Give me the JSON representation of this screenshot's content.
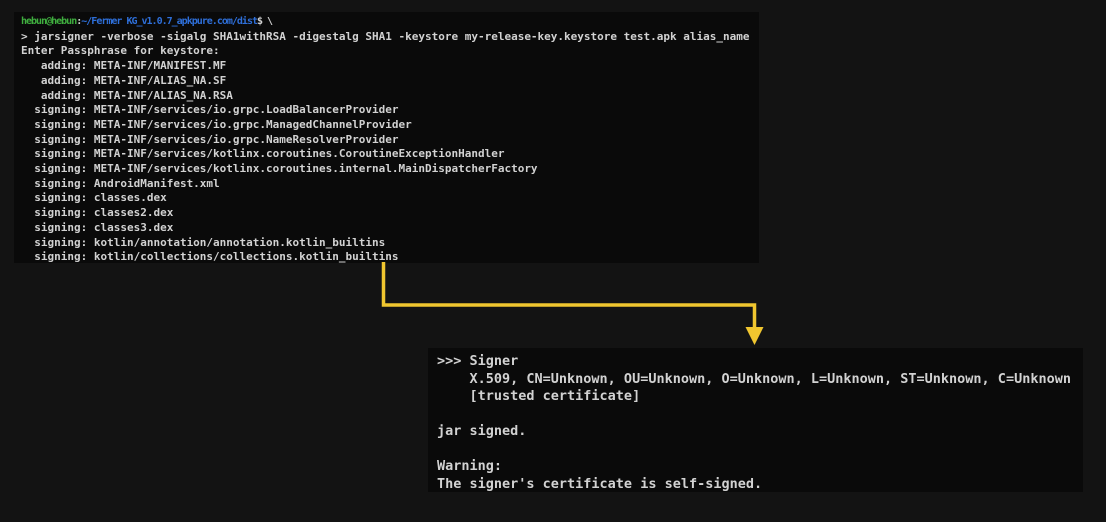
{
  "colors": {
    "page_bg": "#131313",
    "terminal_bg": "#0a0a0a",
    "terminal_text": "#d2d2d2",
    "prompt_green": "#3fae3f",
    "prompt_blue": "#2e6fd9",
    "arrow_yellow": "#f0c62f"
  },
  "terminal1": {
    "prompt": {
      "user_host": "hebun@hebun",
      "separator": ":",
      "path": "~/Fermer KG_v1.0.7_apkpure.com/dist",
      "suffix": "$ \\"
    },
    "output_lines": [
      "> jarsigner -verbose -sigalg SHA1withRSA -digestalg SHA1 -keystore my-release-key.keystore test.apk alias_name",
      "Enter Passphrase for keystore:",
      "   adding: META-INF/MANIFEST.MF",
      "   adding: META-INF/ALIAS_NA.SF",
      "   adding: META-INF/ALIAS_NA.RSA",
      "  signing: META-INF/services/io.grpc.LoadBalancerProvider",
      "  signing: META-INF/services/io.grpc.ManagedChannelProvider",
      "  signing: META-INF/services/io.grpc.NameResolverProvider",
      "  signing: META-INF/services/kotlinx.coroutines.CoroutineExceptionHandler",
      "  signing: META-INF/services/kotlinx.coroutines.internal.MainDispatcherFactory",
      "  signing: AndroidManifest.xml",
      "  signing: classes.dex",
      "  signing: classes2.dex",
      "  signing: classes3.dex",
      "  signing: kotlin/annotation/annotation.kotlin_builtins",
      "  signing: kotlin/collections/collections.kotlin_builtins"
    ]
  },
  "terminal2": {
    "output_lines": [
      ">>> Signer",
      "    X.509, CN=Unknown, OU=Unknown, O=Unknown, L=Unknown, ST=Unknown, C=Unknown",
      "    [trusted certificate]",
      "",
      "jar signed.",
      "",
      "Warning:",
      "The signer's certificate is self-signed."
    ]
  }
}
